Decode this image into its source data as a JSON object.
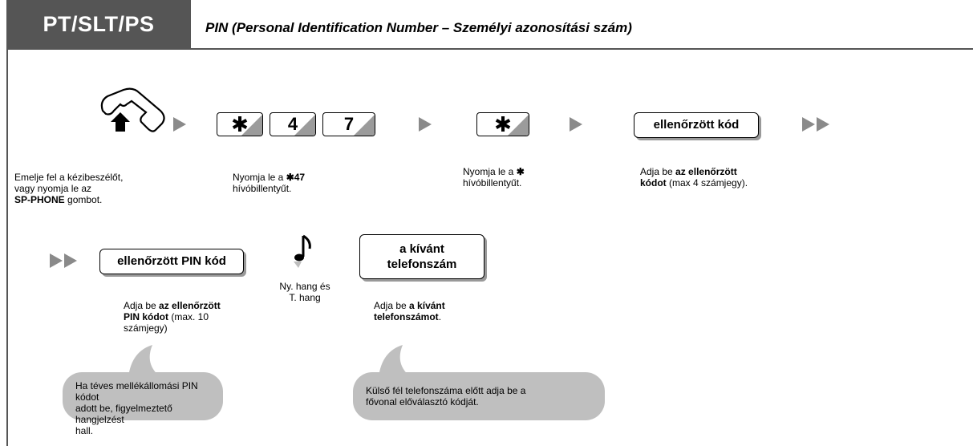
{
  "header": {
    "label": "PT/SLT/PS",
    "title": "PIN (Personal Identification Number – Személyi azonosítási szám)"
  },
  "steps": {
    "offhook": {
      "line1": "Emelje fel a kézibeszélőt,",
      "line2": "vagy nyomja le az",
      "bold": "SP-PHONE",
      "rest": " gombot."
    },
    "dial47": {
      "prefix": "Nyomja le a ",
      "bold": "✱47",
      "line2": "hívóbillentyűt.",
      "keys": [
        "✱",
        "4",
        "7"
      ]
    },
    "dialstar": {
      "prefix": "Nyomja le a ",
      "bold": "✱",
      "line2": "hívóbillentyűt.",
      "key": "✱"
    },
    "verified_code": {
      "box": "ellenőrzött kód",
      "pre": "Adja be ",
      "bold1": "az ellenőrzött",
      "bold2": "kódot",
      "rest": " (max 4 számjegy)."
    },
    "verified_pin": {
      "box": "ellenőrzött PIN kód",
      "pre": "Adja be ",
      "bold1": "az ellenőrzött",
      "bold2": "PIN kódot",
      "rest": " (max. 10",
      "line3": "számjegy)"
    },
    "tone": {
      "line1": "Ny. hang és",
      "line2": "T. hang"
    },
    "phone": {
      "box_line1": "a kívánt",
      "box_line2": "telefonszám",
      "pre": "Adja be ",
      "bold1": "a kívánt",
      "bold2": "telefonszámot",
      "rest": "."
    }
  },
  "notes": {
    "left": {
      "line1": "Ha téves mellékállomási PIN kódot",
      "line2": "adott be, figyelmeztető hangjelzést",
      "line3": "hall."
    },
    "right": {
      "line1": "Külső fél telefonszáma előtt adja be a",
      "line2": "fővonal előválasztó kódját."
    }
  },
  "colors": {
    "header_bg": "#555555",
    "arrow": "#8a8a8a",
    "bubble": "#bfbfbf"
  }
}
